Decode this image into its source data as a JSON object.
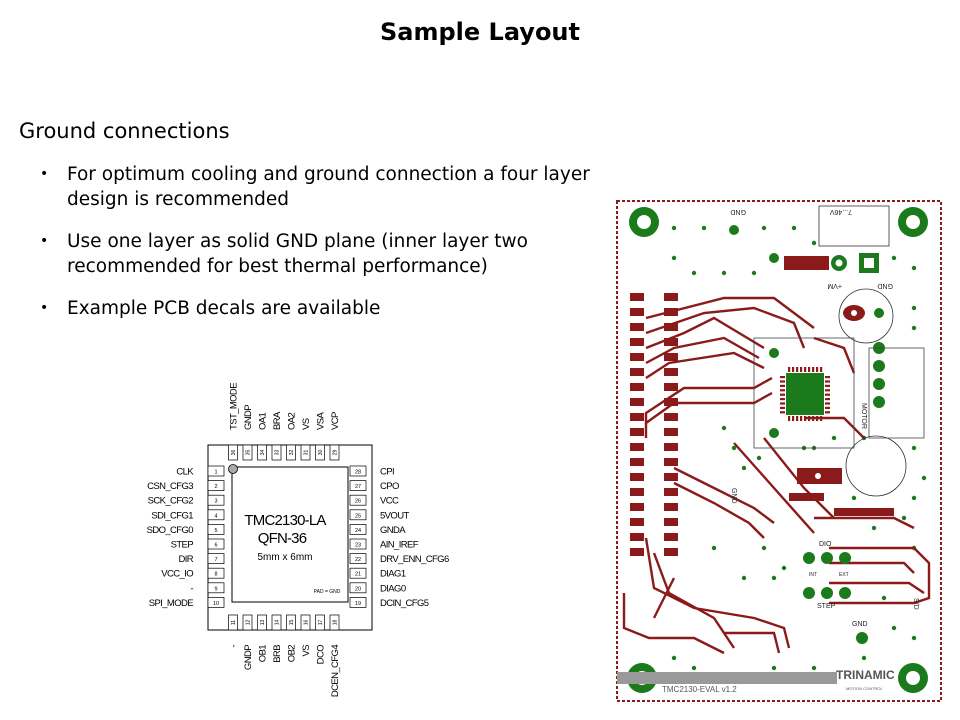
{
  "title": "Sample Layout",
  "section": {
    "heading": "Ground connections",
    "bullets": [
      "For optimum cooling and ground connection a four layer design is recommended",
      "Use one layer as solid GND plane (inner layer two recommended for best thermal performance)",
      "Example PCB decals are available"
    ]
  },
  "package": {
    "part": "TMC2130-LA",
    "package": "QFN-36",
    "size": "5mm x 6mm",
    "pad_note": "PAD = GND",
    "left_pins": [
      {
        "num": "1",
        "name": "CLK"
      },
      {
        "num": "2",
        "name": "CSN_CFG3"
      },
      {
        "num": "3",
        "name": "SCK_CFG2"
      },
      {
        "num": "4",
        "name": "SDI_CFG1"
      },
      {
        "num": "5",
        "name": "SDO_CFG0"
      },
      {
        "num": "6",
        "name": "STEP"
      },
      {
        "num": "7",
        "name": "DIR"
      },
      {
        "num": "8",
        "name": "VCC_IO"
      },
      {
        "num": "9",
        "name": "-"
      },
      {
        "num": "10",
        "name": "SPI_MODE"
      }
    ],
    "right_pins": [
      {
        "num": "28",
        "name": "CPI"
      },
      {
        "num": "27",
        "name": "CPO"
      },
      {
        "num": "26",
        "name": "VCC"
      },
      {
        "num": "25",
        "name": "5VOUT"
      },
      {
        "num": "24",
        "name": "GNDA"
      },
      {
        "num": "23",
        "name": "AIN_IREF"
      },
      {
        "num": "22",
        "name": "DRV_ENN_CFG6"
      },
      {
        "num": "21",
        "name": "DIAG1"
      },
      {
        "num": "20",
        "name": "DIAG0"
      },
      {
        "num": "19",
        "name": "DCIN_CFG5"
      }
    ],
    "top_pins": [
      {
        "num": "36",
        "name": "TST_MODE"
      },
      {
        "num": "35",
        "name": "GNDP"
      },
      {
        "num": "34",
        "name": "OA1"
      },
      {
        "num": "33",
        "name": "BRA"
      },
      {
        "num": "32",
        "name": "OA2"
      },
      {
        "num": "31",
        "name": "VS"
      },
      {
        "num": "30",
        "name": "VSA"
      },
      {
        "num": "29",
        "name": "VCP"
      }
    ],
    "bottom_pins": [
      {
        "num": "11",
        "name": "-"
      },
      {
        "num": "12",
        "name": "GNDP"
      },
      {
        "num": "13",
        "name": "OB1"
      },
      {
        "num": "14",
        "name": "BRB"
      },
      {
        "num": "15",
        "name": "OB2"
      },
      {
        "num": "16",
        "name": "VS"
      },
      {
        "num": "17",
        "name": "DCO"
      },
      {
        "num": "18",
        "name": "DCEN_CFG4"
      }
    ]
  },
  "pcb": {
    "silk_labels": {
      "gnd_top": "GND",
      "v_top": "7...46V",
      "gnd_right": "GND",
      "vplus": "+VM",
      "motor": "MOTOR",
      "gnd_mid": "GND",
      "dio": "DIO",
      "int": "INT",
      "ext": "EXT",
      "step": "STEP",
      "gnd_bottom": "GND",
      "sd": "S/D",
      "brand": "TRINAMIC",
      "brand_sub": "MOTION CONTROL",
      "board": "TMC2130-EVAL  v1.2"
    },
    "colors": {
      "copper": "#8b1a1a",
      "pad": "#1b7a1b",
      "silk": "#222222"
    }
  }
}
